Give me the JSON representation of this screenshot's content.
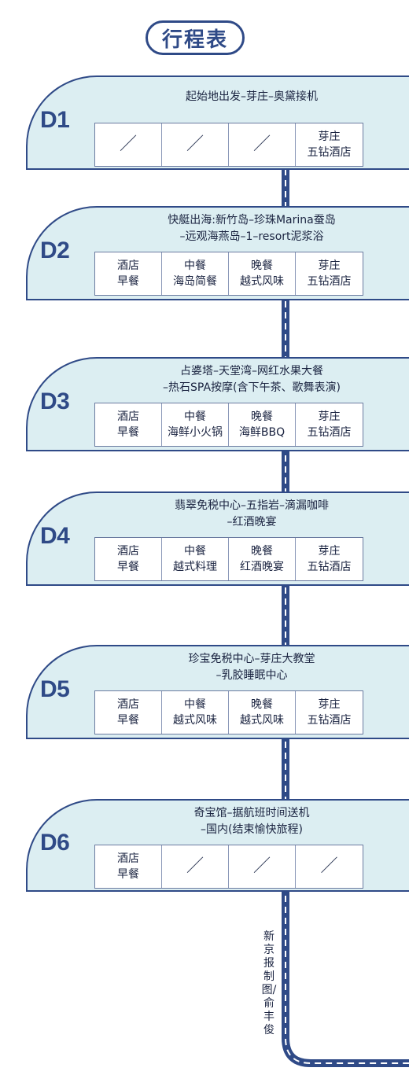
{
  "title": "行程表",
  "days": [
    {
      "label": "D1",
      "lines": [
        "起始地出发–芽庄–奥黛接机"
      ],
      "cells": [
        "／",
        "／",
        "／",
        "芽庄\n五钻酒店"
      ]
    },
    {
      "label": "D2",
      "lines": [
        "快艇出海:新竹岛–珍珠Marina蚕岛",
        "–远观海燕岛–1–resort泥浆浴"
      ],
      "cells": [
        "酒店\n早餐",
        "中餐\n海岛简餐",
        "晚餐\n越式风味",
        "芽庄\n五钻酒店"
      ]
    },
    {
      "label": "D3",
      "lines": [
        "占婆塔–天堂湾–网红水果大餐",
        "–热石SPA按摩(含下午茶、歌舞表演)"
      ],
      "cells": [
        "酒店\n早餐",
        "中餐\n海鲜小火锅",
        "晚餐\n海鲜BBQ",
        "芽庄\n五钻酒店"
      ]
    },
    {
      "label": "D4",
      "lines": [
        "翡翠免税中心–五指岩–滴漏咖啡",
        "–红酒晚宴"
      ],
      "cells": [
        "酒店\n早餐",
        "中餐\n越式料理",
        "晚餐\n红酒晚宴",
        "芽庄\n五钻酒店"
      ]
    },
    {
      "label": "D5",
      "lines": [
        "珍宝免税中心–芽庄大教堂",
        "–乳胶睡眠中心"
      ],
      "cells": [
        "酒店\n早餐",
        "中餐\n越式风味",
        "晚餐\n越式风味",
        "芽庄\n五钻酒店"
      ]
    },
    {
      "label": "D6",
      "lines": [
        "奇宝馆–据航班时间送机",
        "–国内(结束愉快旅程)"
      ],
      "cells": [
        "酒店\n早餐",
        "／",
        "／",
        "／"
      ]
    }
  ],
  "credit": "新京报制图/俞丰俊",
  "colors": {
    "navy": "#2f4a87",
    "card": "#dceef2"
  }
}
